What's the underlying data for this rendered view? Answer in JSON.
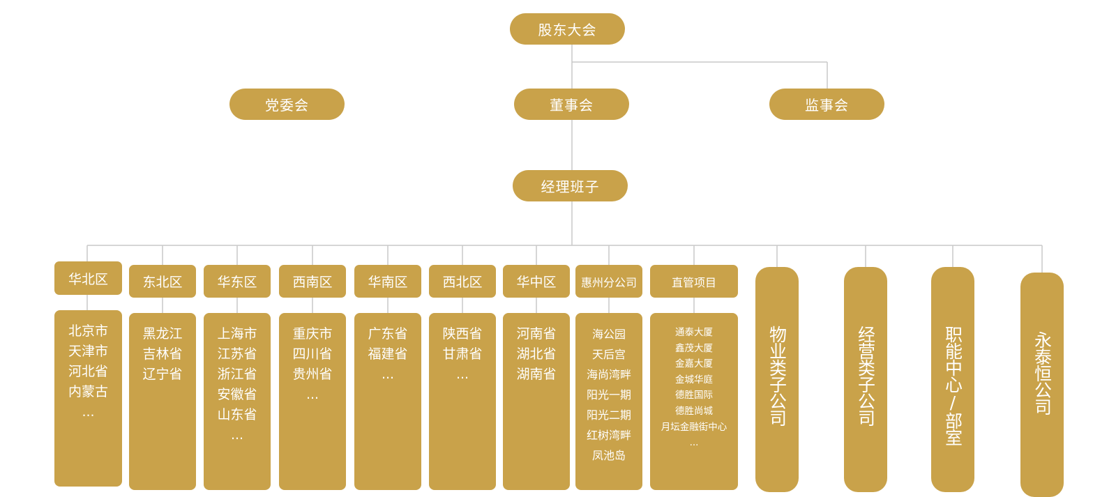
{
  "top": {
    "shareholders": "股东大会",
    "party_committee": "党委会",
    "board": "董事会",
    "supervisors": "监事会",
    "management": "经理班子"
  },
  "regions": [
    {
      "name": "华北区",
      "items": [
        "北京市",
        "天津市",
        "河北省",
        "内蒙古",
        "..."
      ]
    },
    {
      "name": "东北区",
      "items": [
        "黑龙江",
        "吉林省",
        "辽宁省"
      ]
    },
    {
      "name": "华东区",
      "items": [
        "上海市",
        "江苏省",
        "浙江省",
        "安徽省",
        "山东省",
        "..."
      ]
    },
    {
      "name": "西南区",
      "items": [
        "重庆市",
        "四川省",
        "贵州省",
        "..."
      ]
    },
    {
      "name": "华南区",
      "items": [
        "广东省",
        "福建省",
        "..."
      ]
    },
    {
      "name": "西北区",
      "items": [
        "陕西省",
        "甘肃省",
        "..."
      ]
    },
    {
      "name": "华中区",
      "items": [
        "河南省",
        "湖北省",
        "湖南省"
      ]
    },
    {
      "name": "惠州分公司",
      "items": [
        "海公园",
        "天后宫",
        "海尚湾畔",
        "阳光一期",
        "阳光二期",
        "红树湾畔",
        "凤池岛"
      ]
    },
    {
      "name": "直管项目",
      "items": [
        "通泰大厦",
        "鑫茂大厦",
        "金嘉大厦",
        "金城华庭",
        "德胜国际",
        "德胜尚城",
        "月坛金融街中心",
        "..."
      ]
    }
  ],
  "subsidiaries": [
    "物业类子公司",
    "经营类子公司",
    "职能中心/部室",
    "永泰恒公司"
  ],
  "colors": {
    "box": "#c9a24a",
    "text": "#ffffff",
    "line": "#c8c8c8"
  }
}
